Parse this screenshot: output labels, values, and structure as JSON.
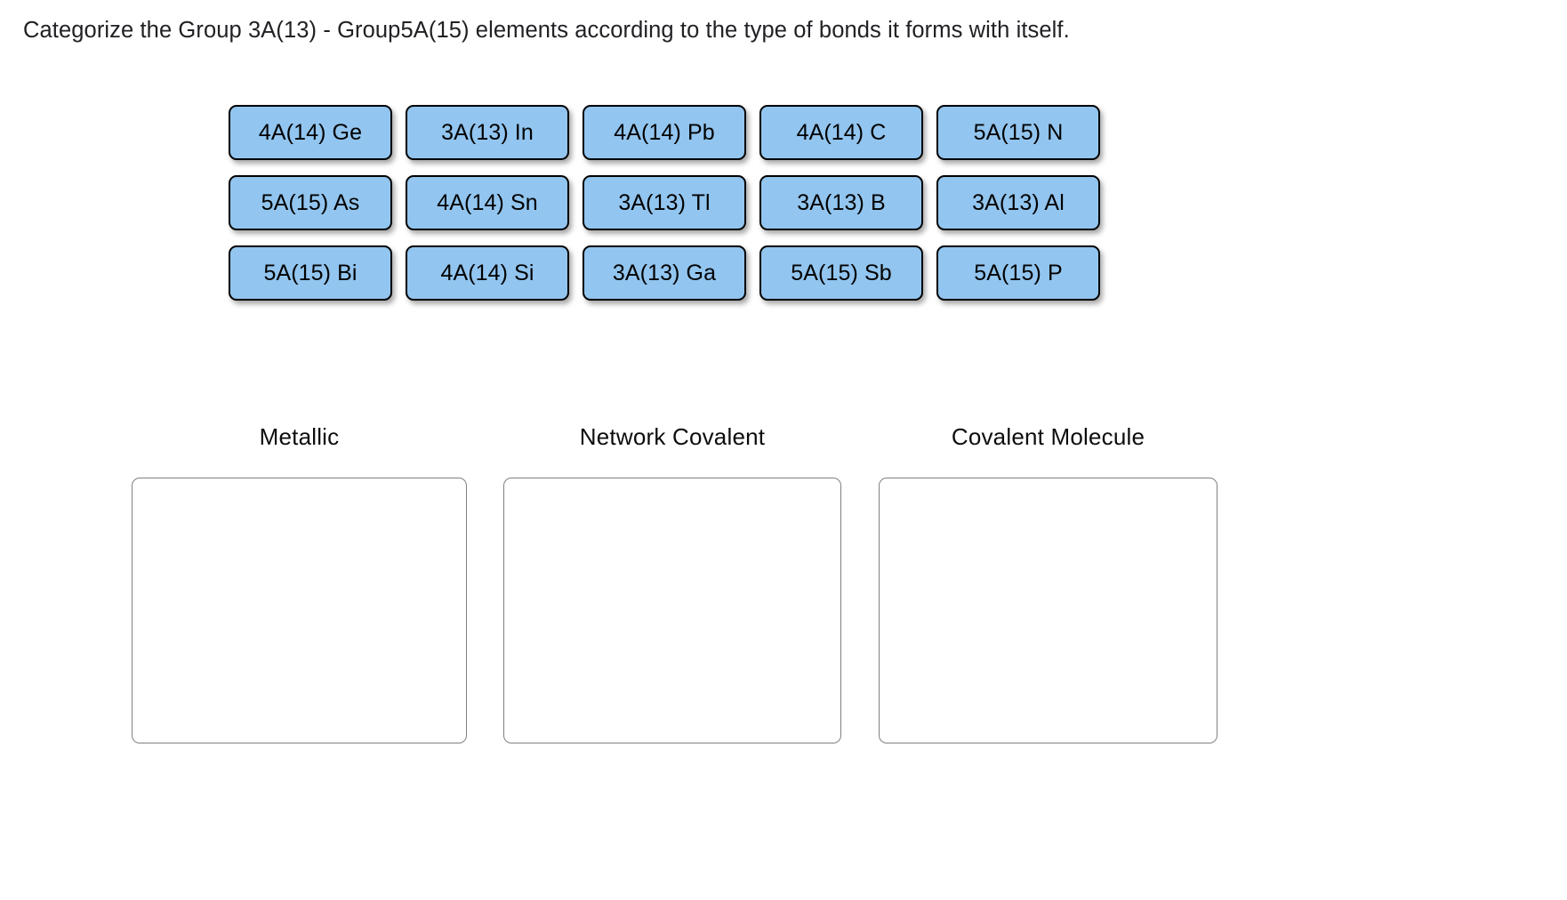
{
  "prompt": {
    "text": "Categorize the Group 3A(13) - Group5A(15) elements according to the type of bonds it forms with itself."
  },
  "colors": {
    "tile_fill": "#92c5ef",
    "tile_border": "#000000",
    "dropzone_border": "#808080",
    "page_background": "#ffffff",
    "text": "#202124"
  },
  "tile_bank": {
    "rows": 3,
    "columns": 5,
    "tiles": [
      {
        "label": "4A(14) Ge",
        "group": "4A(14)",
        "element": "Ge"
      },
      {
        "label": "3A(13) In",
        "group": "3A(13)",
        "element": "In"
      },
      {
        "label": "4A(14) Pb",
        "group": "4A(14)",
        "element": "Pb"
      },
      {
        "label": "4A(14) C",
        "group": "4A(14)",
        "element": "C"
      },
      {
        "label": "5A(15) N",
        "group": "5A(15)",
        "element": "N"
      },
      {
        "label": "5A(15) As",
        "group": "5A(15)",
        "element": "As"
      },
      {
        "label": "4A(14) Sn",
        "group": "4A(14)",
        "element": "Sn"
      },
      {
        "label": "3A(13) Tl",
        "group": "3A(13)",
        "element": "Tl"
      },
      {
        "label": "3A(13) B",
        "group": "3A(13)",
        "element": "B"
      },
      {
        "label": "3A(13) Al",
        "group": "3A(13)",
        "element": "Al"
      },
      {
        "label": "5A(15) Bi",
        "group": "5A(15)",
        "element": "Bi"
      },
      {
        "label": "4A(14) Si",
        "group": "4A(14)",
        "element": "Si"
      },
      {
        "label": "3A(13) Ga",
        "group": "3A(13)",
        "element": "Ga"
      },
      {
        "label": "5A(15) Sb",
        "group": "5A(15)",
        "element": "Sb"
      },
      {
        "label": "5A(15) P",
        "group": "5A(15)",
        "element": "P"
      }
    ]
  },
  "categories": [
    {
      "label": "Metallic",
      "dropped_tiles": []
    },
    {
      "label": "Network Covalent",
      "dropped_tiles": []
    },
    {
      "label": "Covalent Molecule",
      "dropped_tiles": []
    }
  ]
}
